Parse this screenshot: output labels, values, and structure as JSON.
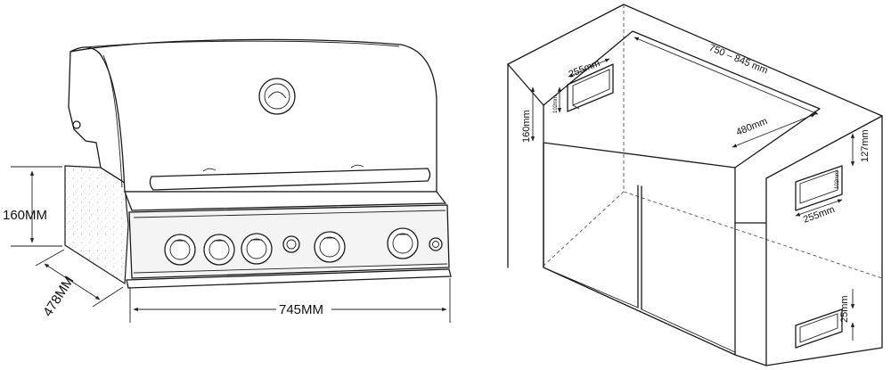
{
  "left_view": {
    "height_label": "160MM",
    "depth_label": "478MM",
    "width_label": "745MM"
  },
  "right_view": {
    "opening_width_label": "750 – 845 mm",
    "opening_depth_label": "480mm",
    "back_height_label": "160mm",
    "vent_back_width_label": "255mm",
    "vent_back_height_label": "102mm",
    "vent_side_width_label": "255mm",
    "vent_side_height_label": "102mm",
    "side_offset_label": "127mm",
    "bottom_offset_label": "25mm"
  }
}
